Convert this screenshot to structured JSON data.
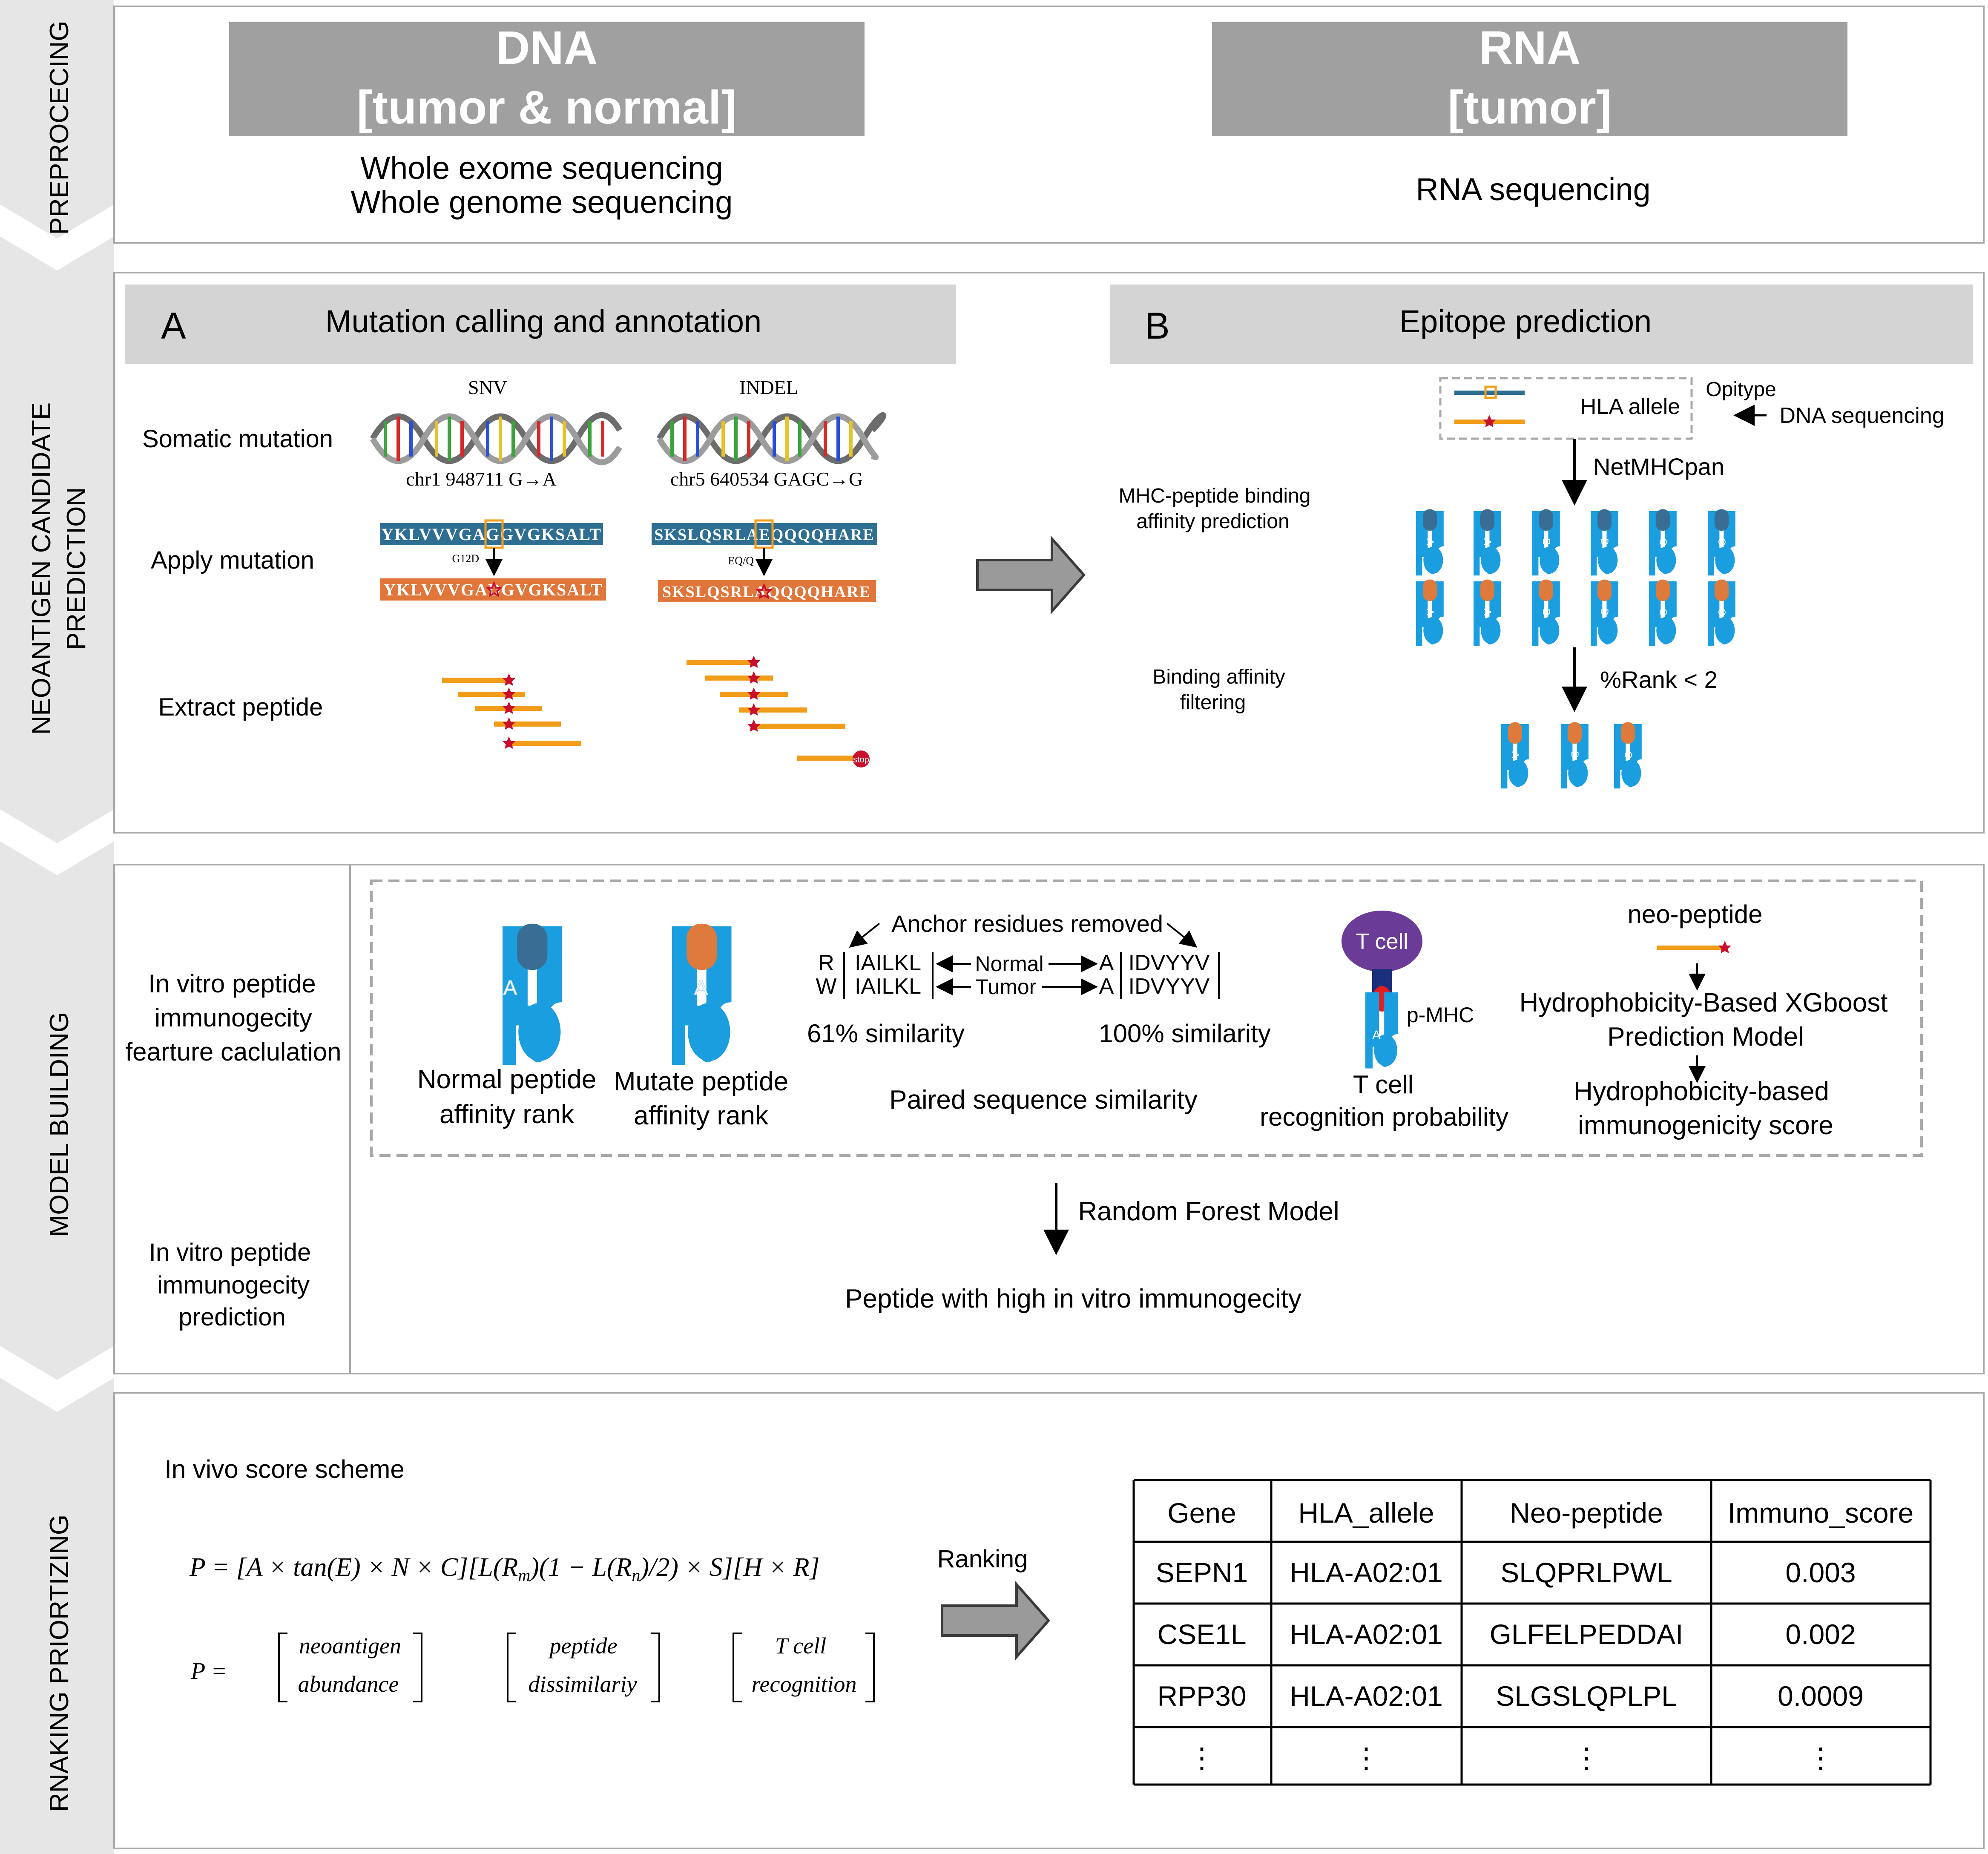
{
  "sidebar": {
    "s1": "PREPROCECING",
    "s2a": "NEOANTIGEN CANDIDATE",
    "s2b": "PREDICTION",
    "s3": "MODEL BUILDING",
    "s4": "RNAKING PRIORTIZING"
  },
  "preprocessing": {
    "dna_title1": "DNA",
    "dna_title2": "[tumor & normal]",
    "dna_desc1": "Whole exome sequencing",
    "dna_desc2": "Whole genome sequencing",
    "rna_title1": "RNA",
    "rna_title2": "[tumor]",
    "rna_desc": "RNA sequencing"
  },
  "candidate": {
    "a_letter": "A",
    "a_title": "Mutation calling and annotation",
    "b_letter": "B",
    "b_title": "Epitope prediction",
    "row_somatic": "Somatic mutation",
    "row_apply": "Apply mutation",
    "row_extract": "Extract peptide",
    "snv_label": "SNV",
    "indel_label": "INDEL",
    "snv_chr": "chr1   948711    G→A",
    "indel_chr": "chr5  640534  GAGC→G",
    "snv_wt": "YKLVVVGAGGVGKSALT",
    "snv_mut": "YKLVVVGADGVGKSALT",
    "snv_change": "G12D",
    "indel_wt": "SKSLQSRLAEQQQQHARE",
    "indel_mut": "SKSLQSRLAQQQQHARE",
    "indel_change": "EQ/Q",
    "stop_label": "stop",
    "hla_allele": "HLA allele",
    "opitype": "Opitype",
    "dna_seq": "DNA sequencing",
    "netmhcpan": "NetMHCpan",
    "mhc_bind1": "MHC-peptide binding",
    "mhc_bind2": "affinity prediction",
    "filter1": "Binding affinity",
    "filter2": "filtering",
    "rank_thresh": "%Rank < 2",
    "mhc_letters": [
      "A",
      "A",
      "B",
      "B",
      "C",
      "C"
    ],
    "mhc_final_letters": [
      "A",
      "B",
      "C"
    ]
  },
  "model": {
    "feat1": "In vitro peptide",
    "feat2": "immunogecity",
    "feat3": "fearture caclulation",
    "pred1": "In vitro peptide",
    "pred2": "immunogecity",
    "pred3": "prediction",
    "normal1": "Normal peptide",
    "normal2": "affinity rank",
    "mutate1": "Mutate peptide",
    "mutate2": "affinity rank",
    "letter_a": "A",
    "anchor": "Anchor residues removed",
    "r": "R",
    "w": "W",
    "seq_mid": "IAILKL",
    "seq_end": "IDVYYV",
    "a1": "A",
    "a2": "A",
    "normal_lbl": "Normal",
    "tumor_lbl": "Tumor",
    "sim61": "61% similarity",
    "sim100": "100% similarity",
    "paired": "Paired sequence similarity",
    "tcell": "T cell",
    "pmhc": "p-MHC",
    "trecog1": "T cell",
    "trecog2": "recognition probability",
    "neo_peptide": "neo-peptide",
    "xgb1": "Hydrophobicity-Based XGboost",
    "xgb2": "Prediction Model",
    "hyd1": "Hydrophobicity-based",
    "hyd2": "immunogenicity  score",
    "rf": "Random Forest Model",
    "high": "Peptide with high in vitro immunogecity"
  },
  "ranking": {
    "scheme": "In vivo score scheme",
    "formula": "P = [A × tan(E) × N × C][L(R",
    "formula_sub_m": "m",
    "formula_mid": ")(1 − L(R",
    "formula_sub_n": "n",
    "formula_end": ")/2) × S][H × R]",
    "p_eq": "P =",
    "b1a": "neoantigen",
    "b1b": "abundance",
    "b2a": "peptide",
    "b2b": "dissimilariy",
    "b3a": "T cell",
    "b3b": "recognition",
    "ranking_label": "Ranking",
    "table": {
      "headers": [
        "Gene",
        "HLA_allele",
        "Neo-peptide",
        "Immuno_score"
      ],
      "rows": [
        [
          "SEPN1",
          "HLA-A02:01",
          "SLQPRLPWL",
          "0.003"
        ],
        [
          "CSE1L",
          "HLA-A02:01",
          "GLFELPEDDAI",
          "0.002"
        ],
        [
          "RPP30",
          "HLA-A02:01",
          "SLGSLQPLPL",
          "0.0009"
        ],
        [
          "⋮",
          "⋮",
          "⋮",
          "⋮"
        ]
      ]
    }
  },
  "colors": {
    "header_dark": "#a0a0a0",
    "header_light": "#d4d4d4",
    "sidebar": "#e6e6e6",
    "mhc_blue": "#1a9ee0",
    "peptide_dark": "#3a6d93",
    "peptide_orange": "#dd7a3c",
    "seq_blue": "#2e6e93",
    "seq_orange": "#e0763a",
    "bar_orange": "#f29d1a",
    "star_red": "#c8102e",
    "tcell_purple": "#6a3c98"
  }
}
